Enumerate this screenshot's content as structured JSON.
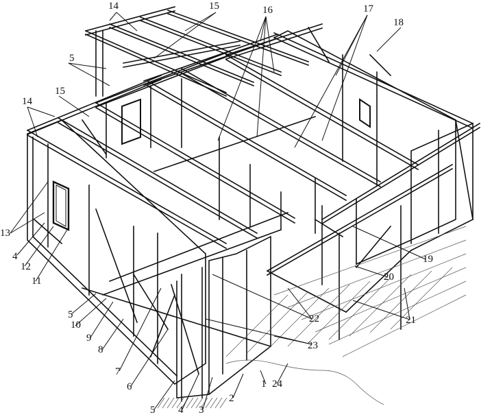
{
  "figure": {
    "kind": "isometric timber frame house skeleton with numbered callouts",
    "colors": {
      "ink": "#111111",
      "paper": "#ffffff",
      "hatch": "#555555"
    }
  },
  "callouts": [
    {
      "id": "c14a",
      "text": "14"
    },
    {
      "id": "c15a",
      "text": "15"
    },
    {
      "id": "c16",
      "text": "16"
    },
    {
      "id": "c17",
      "text": "17"
    },
    {
      "id": "c18",
      "text": "18"
    },
    {
      "id": "c5a",
      "text": "5"
    },
    {
      "id": "c15b",
      "text": "15"
    },
    {
      "id": "c14b",
      "text": "14"
    },
    {
      "id": "c13",
      "text": "13"
    },
    {
      "id": "c4a",
      "text": "4"
    },
    {
      "id": "c12",
      "text": "12"
    },
    {
      "id": "c11",
      "text": "11"
    },
    {
      "id": "c19",
      "text": "19"
    },
    {
      "id": "c20",
      "text": "20"
    },
    {
      "id": "c21",
      "text": "21"
    },
    {
      "id": "c22",
      "text": "22"
    },
    {
      "id": "c23",
      "text": "23"
    },
    {
      "id": "c5b",
      "text": "5"
    },
    {
      "id": "c10",
      "text": "10"
    },
    {
      "id": "c9",
      "text": "9"
    },
    {
      "id": "c8",
      "text": "8"
    },
    {
      "id": "c7",
      "text": "7"
    },
    {
      "id": "c6",
      "text": "6"
    },
    {
      "id": "c5c",
      "text": "5"
    },
    {
      "id": "c4b",
      "text": "4"
    },
    {
      "id": "c3",
      "text": "3"
    },
    {
      "id": "c2",
      "text": "2"
    },
    {
      "id": "c1",
      "text": "1"
    },
    {
      "id": "c24",
      "text": "24"
    }
  ]
}
